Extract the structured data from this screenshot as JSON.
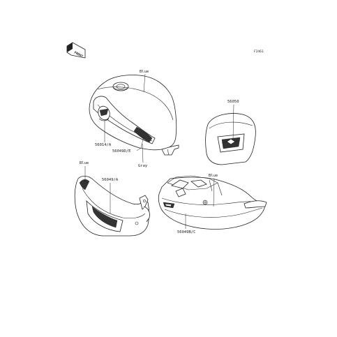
{
  "figure_ref": "F2461",
  "front_marker": "FRONT",
  "callouts": {
    "tank_color": "Blue",
    "emblem_part": "56014/A",
    "tank_decal_part": "56049D/E",
    "tank_trim_color": "Gray",
    "seat_emblem_part": "56050",
    "side_cover_color": "Blue",
    "side_cover_decal_part": "56049/A",
    "fender_color": "Blue",
    "fender_decal_part": "56049B/C"
  }
}
